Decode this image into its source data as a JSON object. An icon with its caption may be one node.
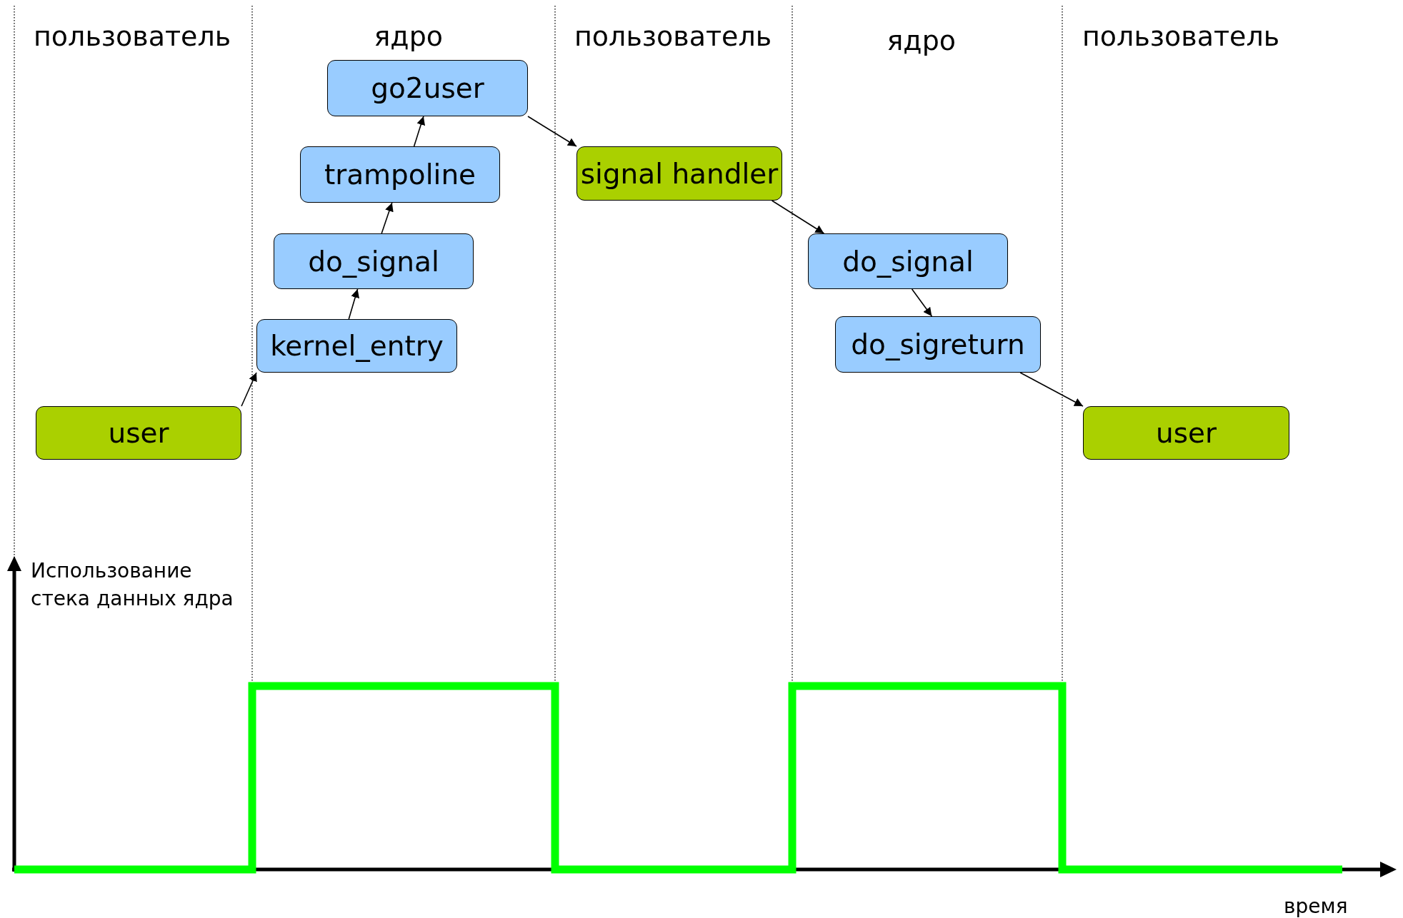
{
  "diagram": {
    "nodes": [
      {
        "text": [
          "go2user"
        ]
      },
      {
        "text": [
          "trampoline"
        ]
      },
      {
        "text": [
          "do_signal"
        ]
      },
      {
        "text": [
          "kernel_entry"
        ]
      },
      {
        "text": [
          "user"
        ]
      },
      {
        "text": [
          "signal handler"
        ]
      },
      {
        "text": [
          "do_signal"
        ]
      },
      {
        "text": [
          "do_sigreturn"
        ]
      },
      {
        "text": [
          "user"
        ]
      }
    ],
    "edges": [
      {
        "from": 4,
        "to": 3,
        "arrow": "to"
      },
      {
        "from": 3,
        "to": 2,
        "arrow": "to"
      },
      {
        "from": 2,
        "to": 1,
        "arrow": "to"
      },
      {
        "from": 1,
        "to": 0,
        "arrow": "to"
      },
      {
        "from": 0,
        "to": 5,
        "arrow": "to"
      },
      {
        "from": 5,
        "to": 6,
        "arrow": "to"
      },
      {
        "from": 6,
        "to": 7,
        "arrow": "to"
      },
      {
        "from": 7,
        "to": 8,
        "arrow": "to"
      }
    ],
    "labels": [
      "пользователь",
      "ядро",
      "пользователь",
      "ядро",
      "пользователь",
      "Использование стека данных ядра",
      "время"
    ]
  }
}
